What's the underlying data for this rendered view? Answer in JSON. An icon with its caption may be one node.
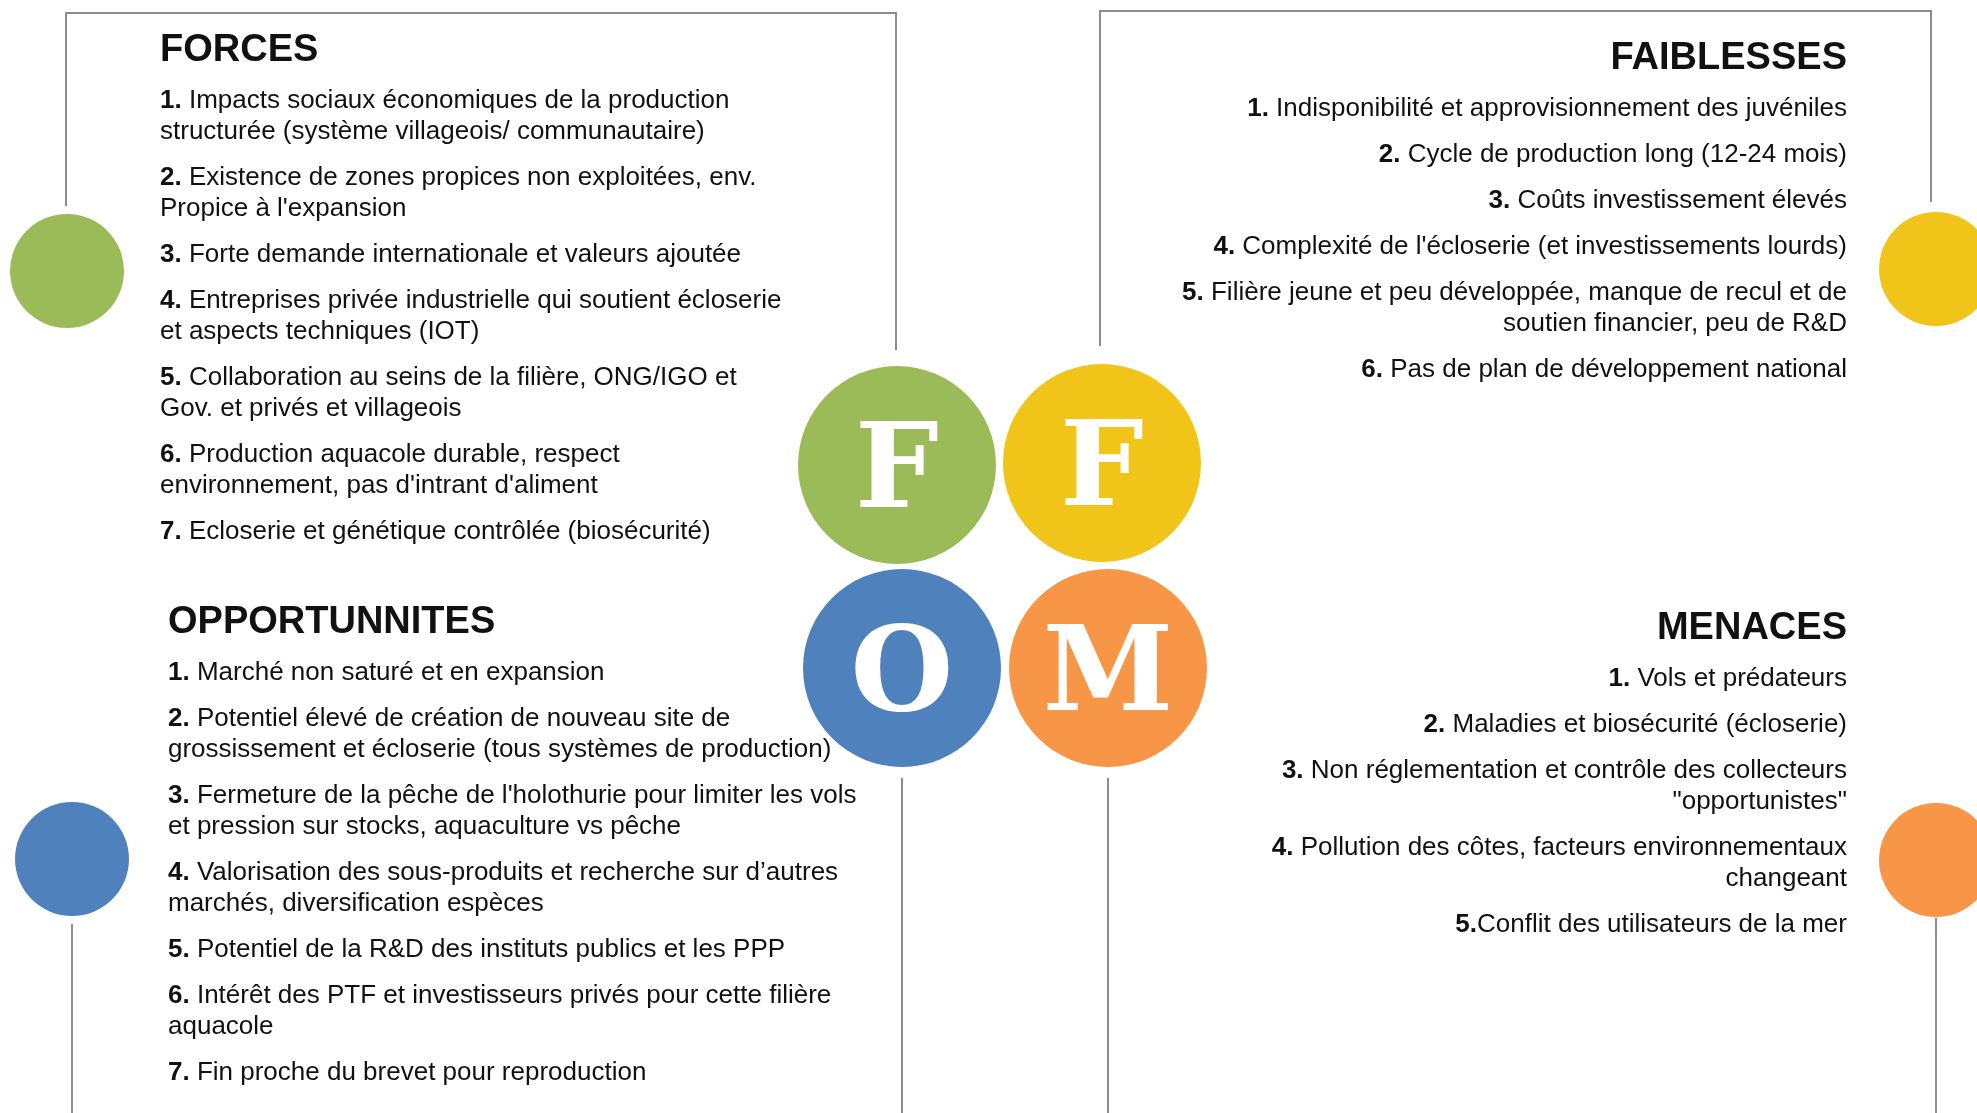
{
  "diagram": {
    "nodes": [
      {
        "text": [
          "FORCES",
          "**1.** Impacts sociaux économiques de la production structurée (système villageois/ communautaire)",
          "**2.** Existence de zones propices non exploitées, env. Propice à l'expansion",
          "**3.** Forte demande internationale et valeurs ajoutée",
          "**4.** Entreprises privée industrielle qui soutient écloserie et aspects techniques (IOT)",
          "**5.** Collaboration au seins de la filière, ONG/IGO et Gov. et privés et villageois",
          "**6.** Production aquacole durable, respect environnement, pas d'intrant d'aliment",
          "**7.** Ecloserie et génétique contrôlée (biosécurité)"
        ]
      },
      {
        "text": [
          "FAIBLESSES",
          "**1.** Indisponibilité et approvisionnement des juvéniles",
          "**2.** Cycle de production long (12-24 mois)",
          "**3.** Coûts investissement élevés",
          "**4.** Complexité de l'écloserie (et investissements lourds)",
          "**5.** Filière jeune et peu développée, manque de recul et de soutien financier, peu de R&D",
          "**6.** Pas de plan de développement national"
        ]
      },
      {
        "text": [
          "OPPORTUNNITES",
          "**1.** Marché non saturé et en expansion",
          "**2.** Potentiel élevé de création de nouveau site de grossissement et écloserie (tous systèmes de production)",
          "**3.** Fermeture de la pêche de l'holothurie pour limiter les vols et pression sur stocks, aquaculture vs pêche",
          "**4.** Valorisation des sous-produits et recherche sur d’autres marchés, diversification espèces",
          "**5.** Potentiel de la R&D des instituts publics et les PPP",
          "**6.** Intérêt des PTF et investisseurs privés pour cette filière aquacole",
          "**7.** Fin proche du brevet pour reproduction"
        ]
      },
      {
        "text": [
          "MENACES",
          "**1.** Vols et prédateurs",
          "**2.** Maladies et biosécurité (écloserie)",
          "**3.** Non réglementation et contrôle des collecteurs \"opportunistes\"",
          "**4.** Pollution des côtes, facteurs environnementaux changeant",
          "**5.**Conflit des utilisateurs de la mer"
        ]
      },
      {
        "text": [
          "F"
        ]
      },
      {
        "text": [
          "F"
        ]
      },
      {
        "text": [
          "O"
        ]
      },
      {
        "text": [
          "M"
        ]
      },
      {
        "text": [],
        "shape": "circle"
      },
      {
        "text": [],
        "shape": "circle"
      },
      {
        "text": [],
        "shape": "circle"
      },
      {
        "text": [],
        "shape": "circle"
      }
    ],
    "edges": []
  }
}
